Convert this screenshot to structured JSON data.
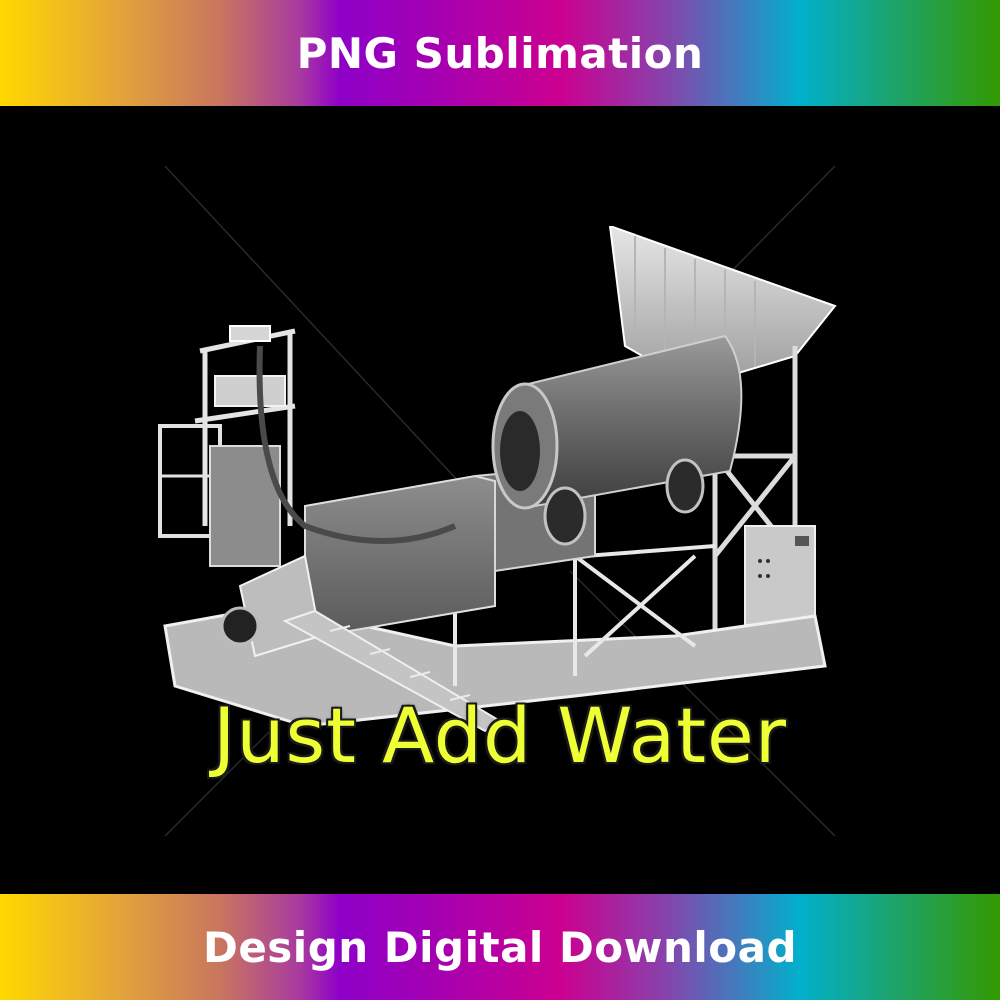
{
  "header": {
    "title": "PNG Sublimation"
  },
  "main": {
    "illustration": "gold-trommel-wash-plant-machine",
    "headline": "Just Add Water",
    "headline_color": "#EEFF33",
    "background_color": "#000000"
  },
  "footer": {
    "title": "Design Digital Download"
  },
  "colors": {
    "gradient_stops": [
      "#FFD800",
      "#C8765E",
      "#8E00C8",
      "#CC0090",
      "#00B0CC",
      "#339900"
    ],
    "banner_text": "#FFFFFF"
  }
}
